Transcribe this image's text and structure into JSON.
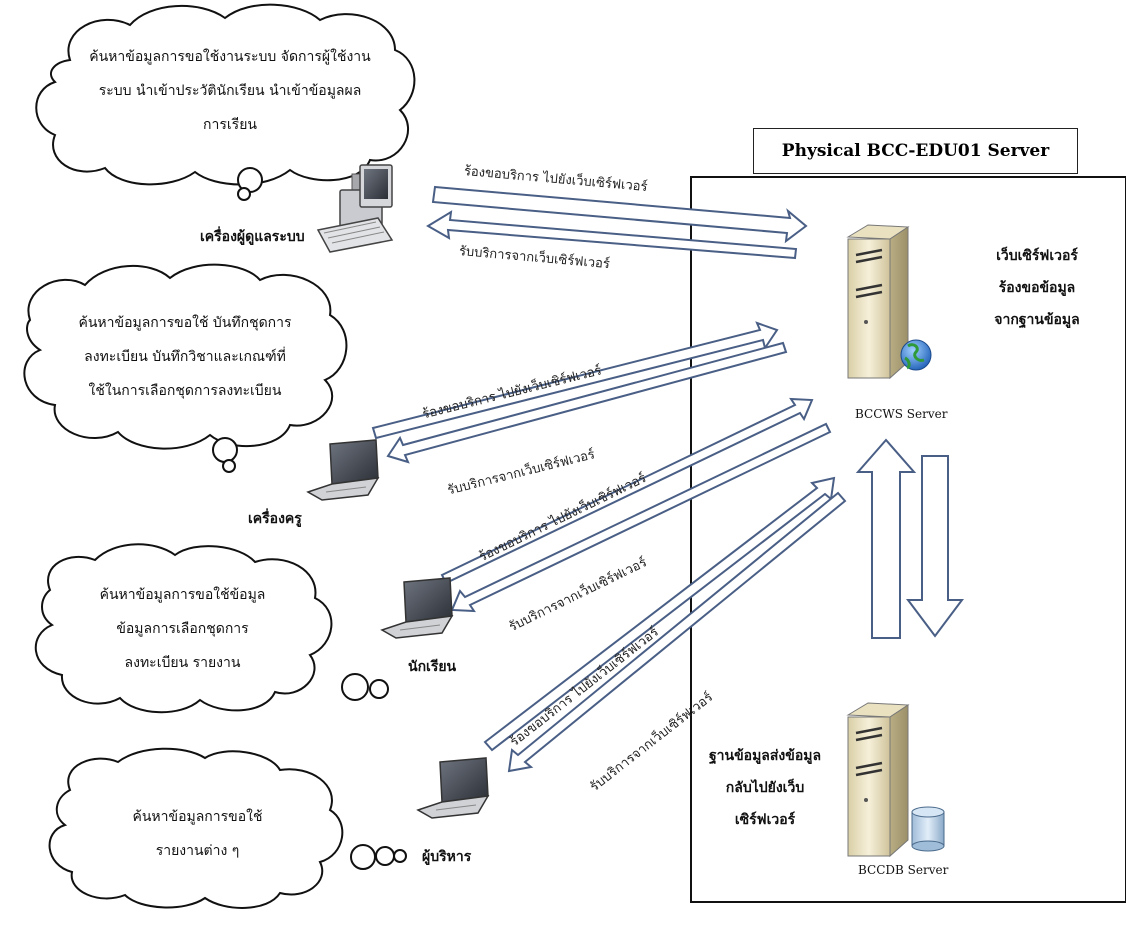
{
  "server_box": {
    "title": "Physical BCC-EDU01 Server"
  },
  "servers": {
    "web": {
      "label": "BCCWS Server",
      "note_lines": [
        "เว็บเซิร์ฟเวอร์",
        "ร้องขอข้อมูล",
        "จากฐานข้อมูล"
      ]
    },
    "db": {
      "label": "BCCDB Server",
      "note_lines": [
        "ฐานข้อมูลส่งข้อมูล",
        "กลับไปยังเว็บ",
        "เซิร์ฟเวอร์"
      ]
    }
  },
  "clients": {
    "admin": {
      "label": "เครื่องผู้ดูแลระบบ",
      "cloud_lines": [
        "ค้นหาข้อมูลการขอใช้งานระบบ จัดการผู้ใช้งาน",
        "ระบบ นำเข้าประวัตินักเรียน นำเข้าข้อมูลผล",
        "การเรียน"
      ],
      "request": "ร้องขอบริการ ไปยังเว็บเซิร์ฟเวอร์",
      "response": "รับบริการจากเว็บเซิร์ฟเวอร์"
    },
    "teacher": {
      "label": "เครื่องครู",
      "cloud_lines": [
        "ค้นหาข้อมูลการขอใช้ บันทึกชุดการ",
        "ลงทะเบียน บันทึกวิชาและเกณฑ์ที่",
        "ใช้ในการเลือกชุดการลงทะเบียน"
      ],
      "request": "ร้องขอบริการ ไปยังเว็บเซิร์ฟเวอร์",
      "response": "รับบริการจากเว็บเซิร์ฟเวอร์"
    },
    "student": {
      "label": "นักเรียน",
      "cloud_lines": [
        "ค้นหาข้อมูลการขอใช้ข้อมูล",
        "ข้อมูลการเลือกชุดการ",
        "ลงทะเบียน รายงาน"
      ],
      "request": "ร้องขอบริการ ไปยังเว็บเซิร์ฟเวอร์",
      "response": "รับบริการจากเว็บเซิร์ฟเวอร์"
    },
    "executive": {
      "label": "ผู้บริหาร",
      "cloud_lines": [
        "ค้นหาข้อมูลการขอใช้",
        "รายงานต่าง ๆ"
      ],
      "request": "ร้องขอบริการ ไปยังเว็บเซิร์ฟเวอร์",
      "response": "รับบริการจากเว็บเซิร์ฟเวอร์"
    }
  },
  "colors": {
    "arrow_stroke": "#4a5f86",
    "server_body": "#efe7c8",
    "globe": "#3d7fd6",
    "db_cylinder": "#b9d3ea"
  }
}
